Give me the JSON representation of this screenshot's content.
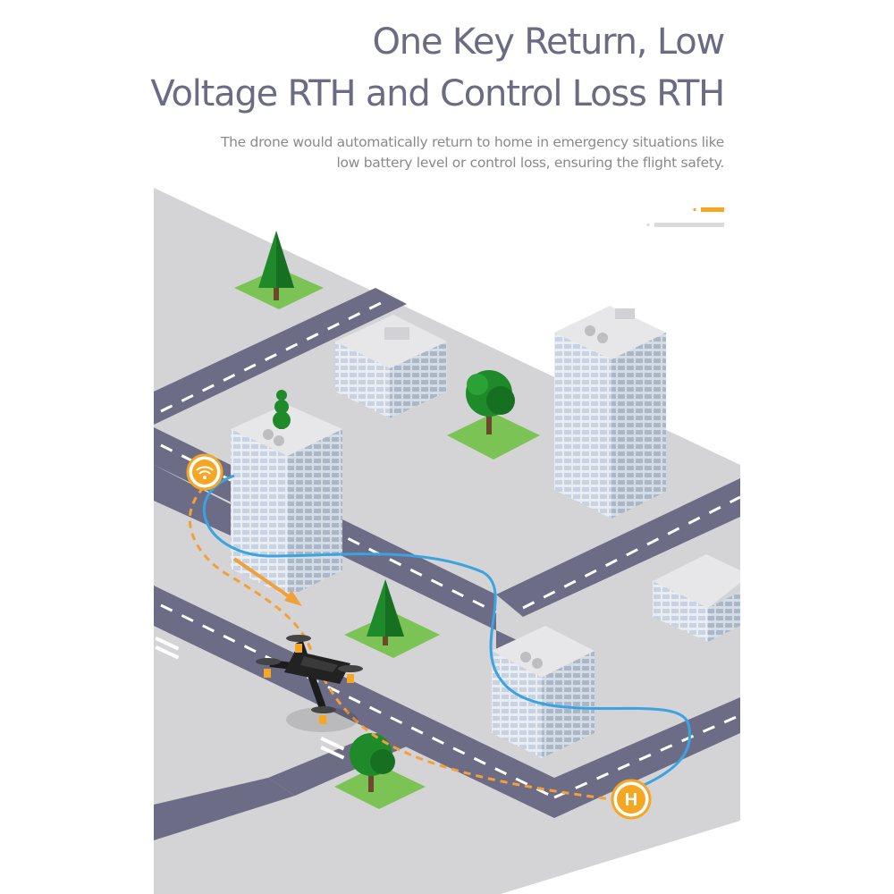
{
  "header": {
    "title_line1": "One Key Return, Low",
    "title_line2": "Voltage RTH and Control Loss RTH"
  },
  "description": {
    "line1": "The drone would automatically return to home in emergency situations like",
    "line2": "low battery level or control loss, ensuring the flight safety."
  },
  "scene": {
    "home_marker_label": "H",
    "icons": [
      "wifi-signal-icon",
      "home-h-icon"
    ],
    "colors": {
      "background": "#ffffff",
      "ground": "#d4d4d6",
      "road": "#6c6c86",
      "road_marking": "#ffffff",
      "grass": "#7cc356",
      "tree": "#1f8a2a",
      "flight_path_solid": "#3aa3e0",
      "flight_path_dashed": "#f2a03a",
      "accent_orange": "#f5a623",
      "title_text": "#6b6b84",
      "body_text": "#8a8a8a"
    }
  }
}
